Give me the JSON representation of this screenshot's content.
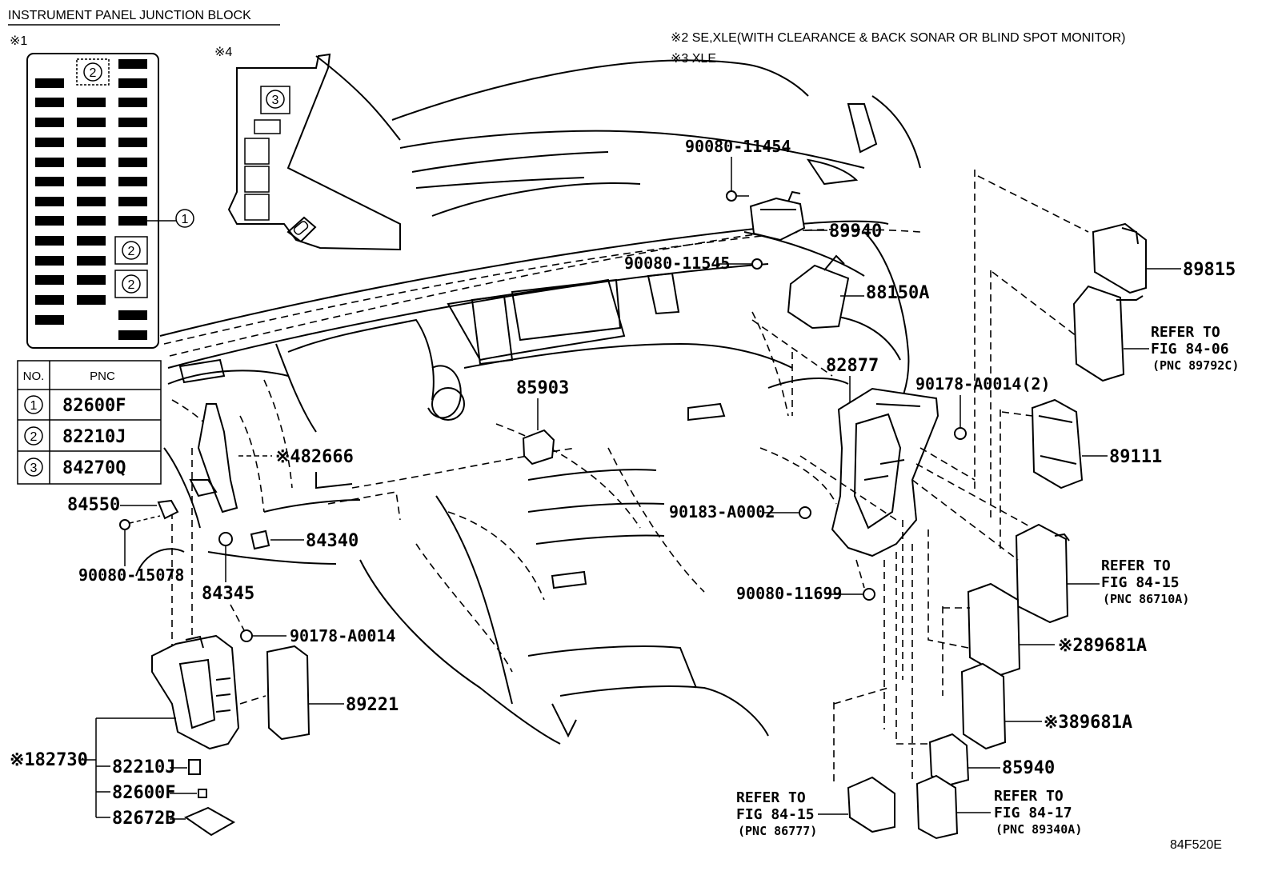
{
  "header": {
    "title": "INSTRUMENT PANEL JUNCTION BLOCK",
    "note_mark_1": "※1",
    "note_mark_4": "※4",
    "note_2": "※2 SE,XLE(WITH CLEARANCE & BACK SONAR OR BLIND SPOT MONITOR)",
    "note_3": "※3 XLE"
  },
  "legend": {
    "headers": [
      "NO.",
      "PNC"
    ],
    "rows": [
      {
        "no": "1",
        "pnc": "82600F"
      },
      {
        "no": "2",
        "pnc": "82210J"
      },
      {
        "no": "3",
        "pnc": "84270Q"
      }
    ]
  },
  "callouts": {
    "c1": "1",
    "c2a": "2",
    "c2b": "2",
    "c2c": "2",
    "c3": "3"
  },
  "parts": {
    "p90080_11454": "90080-11454",
    "p89940": "89940",
    "p90080_11545": "90080-11545",
    "p88150A": "88150A",
    "p89815": "89815",
    "p85903": "85903",
    "p82877": "82877",
    "p90178_A0014_2": "90178-A0014(2)",
    "p89111": "89111",
    "p82666": "※482666",
    "p84550": "84550",
    "p84340": "84340",
    "p90080_15078": "90080-15078",
    "p84345": "84345",
    "p90178_A0014": "90178-A0014",
    "p90183_A0002": "90183-A0002",
    "p90080_11699": "90080-11699",
    "p89681A_2": "※289681A",
    "p89681A_3": "※389681A",
    "p85940": "85940",
    "p89221": "89221",
    "p82730": "※182730",
    "p82210J": "82210J",
    "p82600F": "82600F",
    "p82672B": "82672B"
  },
  "references": {
    "r1": {
      "line1": "REFER TO",
      "line2": "FIG 84-06",
      "line3": "(PNC 89792C)"
    },
    "r2": {
      "line1": "REFER TO",
      "line2": "FIG 84-15",
      "line3": "(PNC 86710A)"
    },
    "r3": {
      "line1": "REFER TO",
      "line2": "FIG 84-15",
      "line3": "(PNC 86777)"
    },
    "r4": {
      "line1": "REFER TO",
      "line2": "FIG 84-17",
      "line3": "(PNC 89340A)"
    }
  },
  "footer": {
    "illustration_code": "84F520E"
  }
}
